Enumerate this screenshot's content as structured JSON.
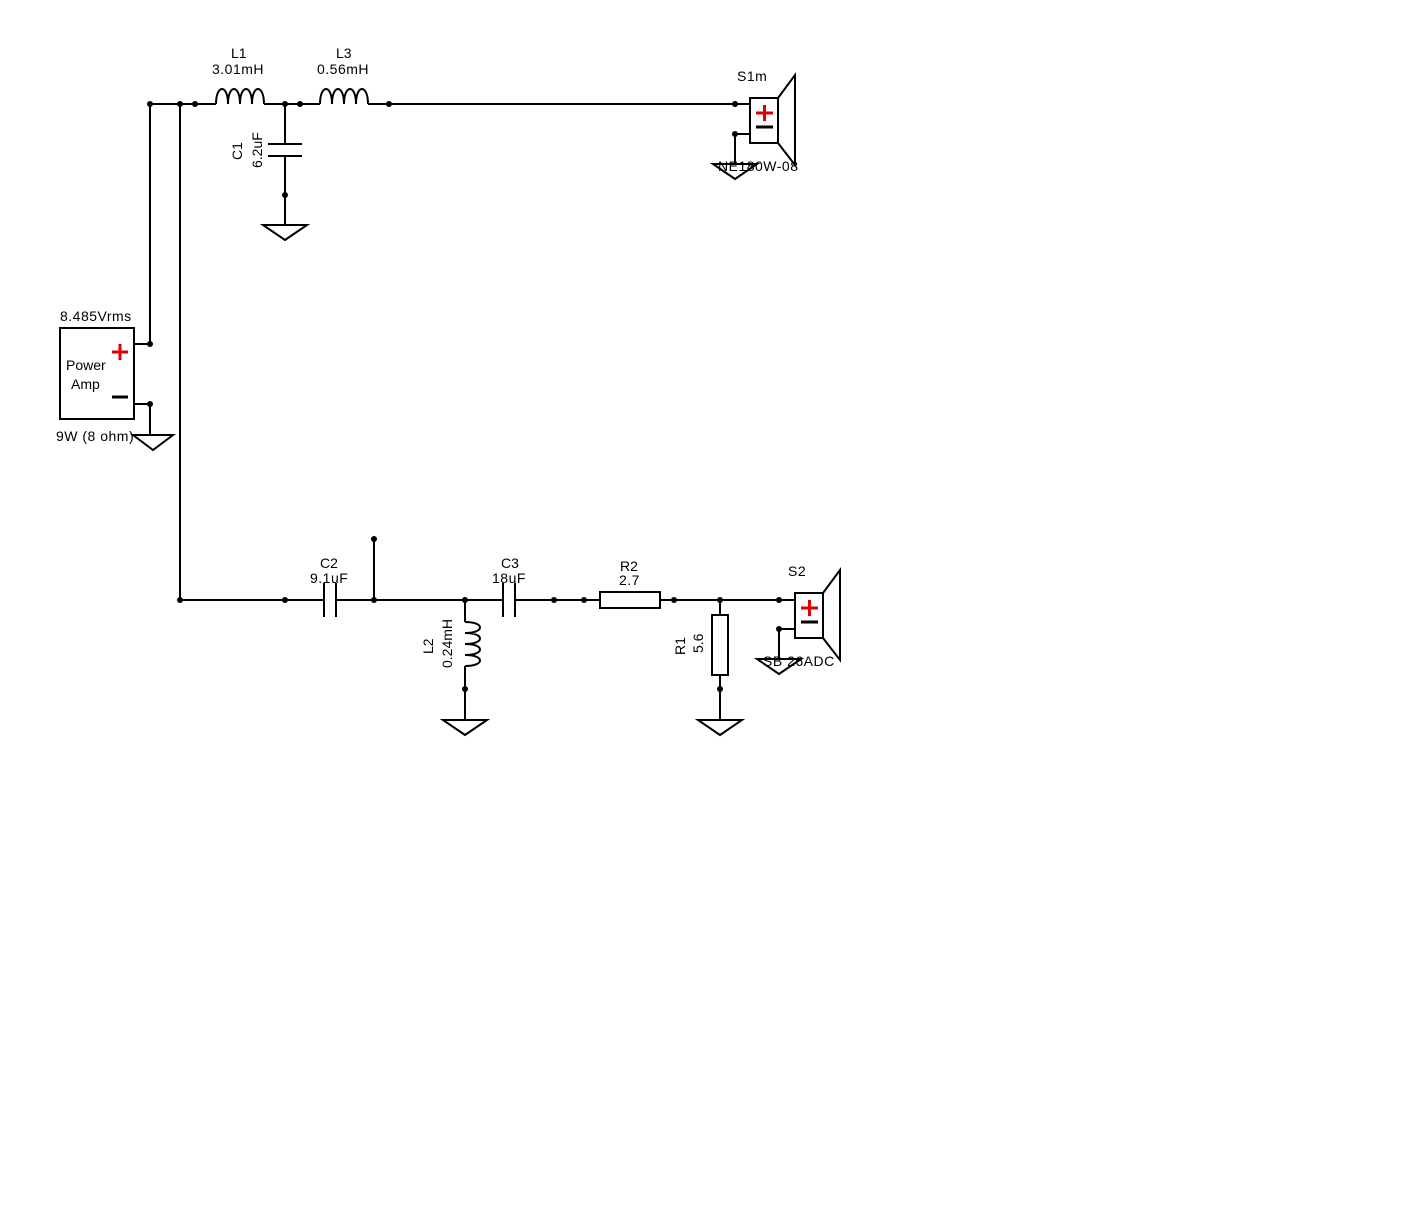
{
  "amp": {
    "voltage": "8.485Vrms",
    "label_line1": "Power",
    "label_line2": "Amp",
    "power": "9W (8 ohm)",
    "plus_color": "#e00000"
  },
  "components": {
    "L1": {
      "name": "L1",
      "value": "3.01mH"
    },
    "L3": {
      "name": "L3",
      "value": "0.56mH"
    },
    "C1": {
      "name": "C1",
      "value": "6.2uF"
    },
    "C2": {
      "name": "C2",
      "value": "9.1uF"
    },
    "C3": {
      "name": "C3",
      "value": "18uF"
    },
    "L2": {
      "name": "L2",
      "value": "0.24mH"
    },
    "R2": {
      "name": "R2",
      "value": "2.7"
    },
    "R1": {
      "name": "R1",
      "value": "5.6"
    }
  },
  "speakers": {
    "S1": {
      "name": "S1m",
      "model": "NE180W-08"
    },
    "S2": {
      "name": "S2",
      "model": "SB 26ADC"
    }
  }
}
